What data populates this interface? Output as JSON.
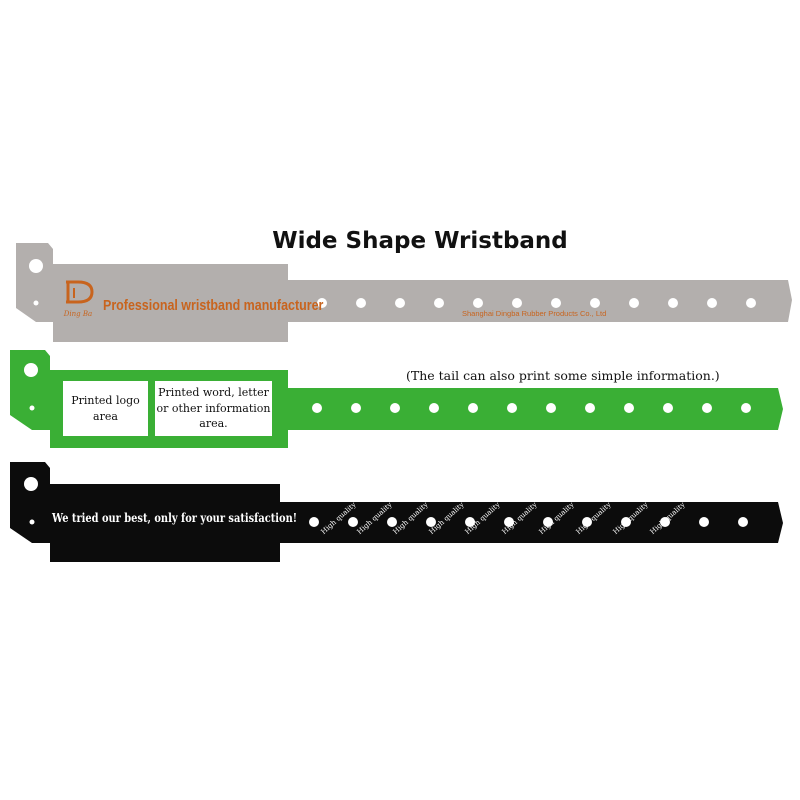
{
  "title": "Wide Shape Wristband",
  "colors": {
    "silver_band": "#b3afad",
    "green_band": "#3aaf35",
    "black_band": "#0c0c0c",
    "accent_orange": "#c8641e"
  },
  "bands": {
    "silver": {
      "logo_icon": "db-monogram-icon",
      "logo_text": "Ding Ba",
      "headline": "Professional wristband manufacturer",
      "company": "Shanghai Dingba Rubber Products Co., Ltd"
    },
    "green": {
      "logo_area_label": "Printed logo area",
      "word_area_label": "Printed word, letter or other information area.",
      "tail_note": "(The tail can also print some simple information.)"
    },
    "black": {
      "slogan": "We tried our best, only for your satisfaction!",
      "tail_labels": [
        "High quality",
        "High quality",
        "High quality",
        "High quality",
        "High quality",
        "High quality",
        "High quality",
        "High quality",
        "High quality",
        "High quality"
      ]
    }
  }
}
